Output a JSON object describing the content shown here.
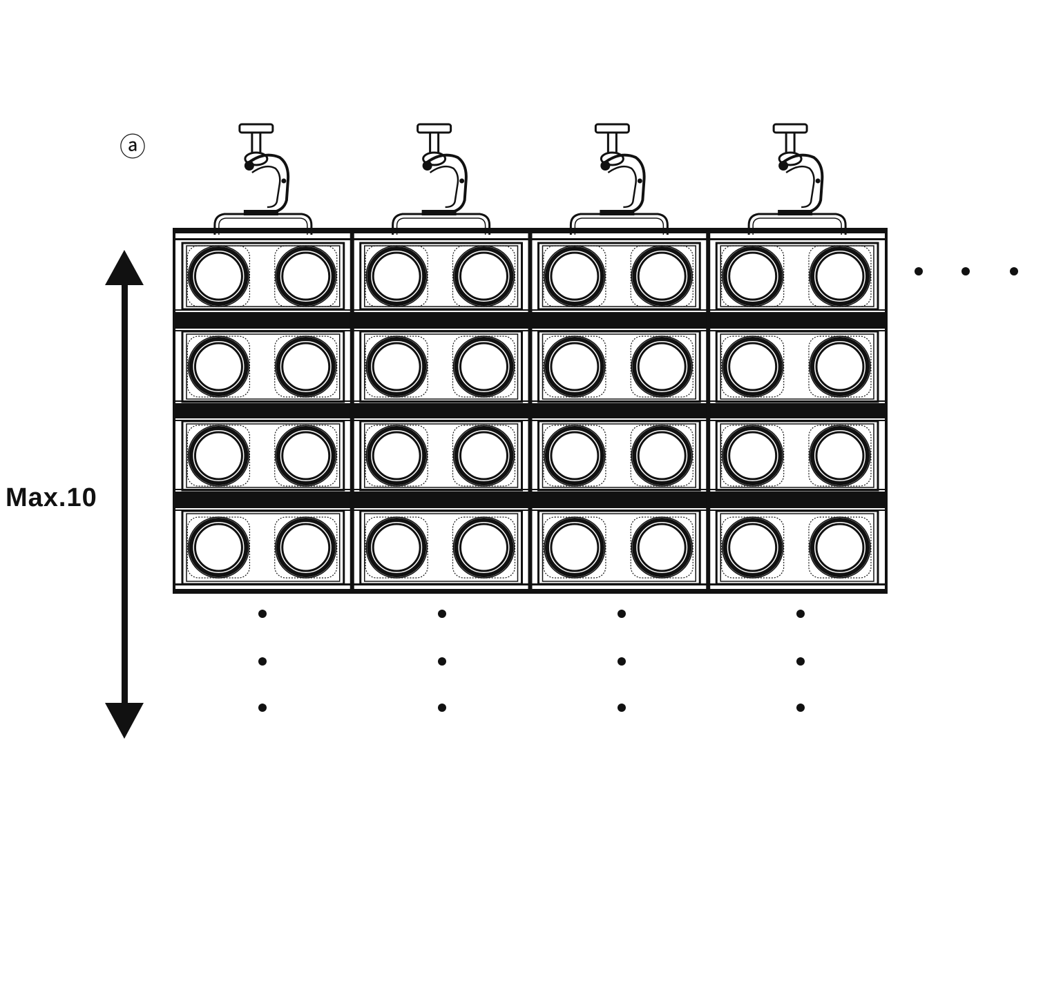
{
  "diagram": {
    "step_marker": "ⓐ",
    "height_label": "Max.10",
    "units": {
      "columns": 4,
      "rows": 4,
      "lenses_per_unit": 2
    },
    "colors": {
      "ink": "#111111",
      "background": "#ffffff"
    },
    "icons": [
      "clamp-icon",
      "double-arrow-icon",
      "continuation-dots-icon"
    ]
  }
}
